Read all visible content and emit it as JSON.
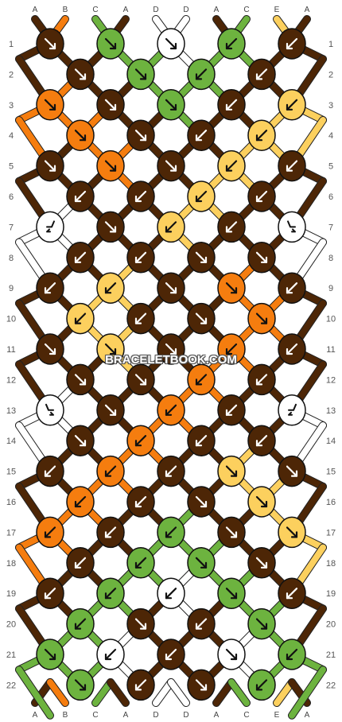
{
  "watermark": "BRACELETBOOK.COM",
  "colors": {
    "A": "#4d2606",
    "B": "#f57d0f",
    "C": "#6db33f",
    "D": "#ffffff",
    "E": "#fcd05e"
  },
  "strings_top": [
    "A",
    "B",
    "C",
    "A",
    "D",
    "D",
    "A",
    "C",
    "E",
    "A"
  ],
  "strings_bottom": [
    "A",
    "B",
    "C",
    "A",
    "D",
    "D",
    "A",
    "C",
    "E",
    "A"
  ],
  "row_numbers": [
    "1",
    "2",
    "3",
    "4",
    "5",
    "6",
    "7",
    "8",
    "9",
    "10",
    "11",
    "12",
    "13",
    "14",
    "15",
    "16",
    "17",
    "18",
    "19",
    "20",
    "21",
    "22"
  ],
  "knot_rows": [
    [
      {
        "c": "A",
        "d": "R"
      },
      {
        "c": "C",
        "d": "R"
      },
      {
        "c": "D",
        "d": "R"
      },
      {
        "c": "C",
        "d": "L"
      },
      {
        "c": "A",
        "d": "L"
      }
    ],
    [
      {
        "c": "A",
        "d": "R"
      },
      {
        "c": "C",
        "d": "R"
      },
      {
        "c": "C",
        "d": "L"
      },
      {
        "c": "A",
        "d": "L"
      }
    ],
    [
      {
        "c": "B",
        "d": "R"
      },
      {
        "c": "A",
        "d": "R"
      },
      {
        "c": "C",
        "d": "R"
      },
      {
        "c": "A",
        "d": "L"
      },
      {
        "c": "E",
        "d": "L"
      }
    ],
    [
      {
        "c": "B",
        "d": "R"
      },
      {
        "c": "A",
        "d": "R"
      },
      {
        "c": "A",
        "d": "L"
      },
      {
        "c": "E",
        "d": "L"
      }
    ],
    [
      {
        "c": "A",
        "d": "R"
      },
      {
        "c": "B",
        "d": "R"
      },
      {
        "c": "A",
        "d": "R"
      },
      {
        "c": "E",
        "d": "L"
      },
      {
        "c": "A",
        "d": "L"
      }
    ],
    [
      {
        "c": "A",
        "d": "L"
      },
      {
        "c": "A",
        "d": "L"
      },
      {
        "c": "E",
        "d": "L"
      },
      {
        "c": "A",
        "d": "L"
      }
    ],
    [
      {
        "c": "D",
        "d": "RL"
      },
      {
        "c": "A",
        "d": "R"
      },
      {
        "c": "E",
        "d": "L"
      },
      {
        "c": "A",
        "d": "L"
      },
      {
        "c": "D",
        "d": "LR"
      }
    ],
    [
      {
        "c": "A",
        "d": "L"
      },
      {
        "c": "A",
        "d": "L"
      },
      {
        "c": "A",
        "d": "R"
      },
      {
        "c": "A",
        "d": "R"
      }
    ],
    [
      {
        "c": "A",
        "d": "L"
      },
      {
        "c": "E",
        "d": "L"
      },
      {
        "c": "A",
        "d": "R"
      },
      {
        "c": "B",
        "d": "R"
      },
      {
        "c": "A",
        "d": "L"
      }
    ],
    [
      {
        "c": "E",
        "d": "L"
      },
      {
        "c": "A",
        "d": "L"
      },
      {
        "c": "A",
        "d": "R"
      },
      {
        "c": "B",
        "d": "R"
      }
    ],
    [
      {
        "c": "A",
        "d": "R"
      },
      {
        "c": "E",
        "d": "R"
      },
      {
        "c": "A",
        "d": "R"
      },
      {
        "c": "B",
        "d": "L"
      },
      {
        "c": "A",
        "d": "L"
      }
    ],
    [
      {
        "c": "A",
        "d": "R"
      },
      {
        "c": "A",
        "d": "R"
      },
      {
        "c": "B",
        "d": "L"
      },
      {
        "c": "A",
        "d": "L"
      }
    ],
    [
      {
        "c": "D",
        "d": "LR"
      },
      {
        "c": "A",
        "d": "R"
      },
      {
        "c": "B",
        "d": "L"
      },
      {
        "c": "A",
        "d": "L"
      },
      {
        "c": "D",
        "d": "RL"
      }
    ],
    [
      {
        "c": "A",
        "d": "R"
      },
      {
        "c": "B",
        "d": "L"
      },
      {
        "c": "A",
        "d": "L"
      },
      {
        "c": "A",
        "d": "L"
      }
    ],
    [
      {
        "c": "A",
        "d": "L"
      },
      {
        "c": "B",
        "d": "L"
      },
      {
        "c": "A",
        "d": "L"
      },
      {
        "c": "E",
        "d": "R"
      },
      {
        "c": "A",
        "d": "R"
      }
    ],
    [
      {
        "c": "B",
        "d": "L"
      },
      {
        "c": "A",
        "d": "L"
      },
      {
        "c": "A",
        "d": "R"
      },
      {
        "c": "E",
        "d": "R"
      }
    ],
    [
      {
        "c": "B",
        "d": "L"
      },
      {
        "c": "A",
        "d": "L"
      },
      {
        "c": "C",
        "d": "L"
      },
      {
        "c": "A",
        "d": "R"
      },
      {
        "c": "E",
        "d": "R"
      }
    ],
    [
      {
        "c": "A",
        "d": "L"
      },
      {
        "c": "C",
        "d": "L"
      },
      {
        "c": "C",
        "d": "R"
      },
      {
        "c": "A",
        "d": "R"
      }
    ],
    [
      {
        "c": "A",
        "d": "L"
      },
      {
        "c": "C",
        "d": "L"
      },
      {
        "c": "D",
        "d": "L"
      },
      {
        "c": "C",
        "d": "R"
      },
      {
        "c": "A",
        "d": "L"
      }
    ],
    [
      {
        "c": "C",
        "d": "L"
      },
      {
        "c": "A",
        "d": "R"
      },
      {
        "c": "A",
        "d": "L"
      },
      {
        "c": "C",
        "d": "R"
      }
    ],
    [
      {
        "c": "C",
        "d": "R"
      },
      {
        "c": "D",
        "d": "L"
      },
      {
        "c": "A",
        "d": "L"
      },
      {
        "c": "D",
        "d": "R"
      },
      {
        "c": "C",
        "d": "L"
      }
    ],
    [
      {
        "c": "C",
        "d": "R"
      },
      {
        "c": "A",
        "d": "L"
      },
      {
        "c": "A",
        "d": "R"
      },
      {
        "c": "C",
        "d": "L"
      }
    ]
  ]
}
